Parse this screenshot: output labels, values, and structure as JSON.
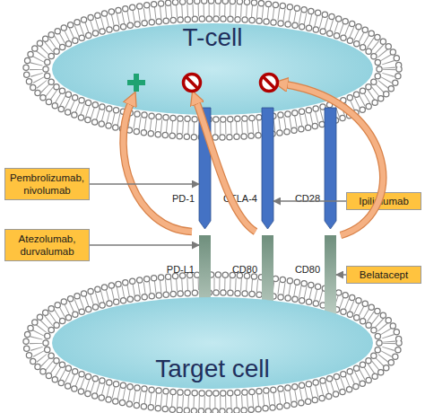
{
  "diagram": {
    "nodes": [
      {
        "text": [
          "T-cell"
        ]
      },
      {
        "text": [
          "Pembrolizumab, nivolumab"
        ]
      },
      {
        "text": [
          "PD-1"
        ]
      },
      {
        "text": [
          "CTLA-4"
        ]
      },
      {
        "text": [
          "CD28"
        ]
      },
      {
        "text": [
          "Ipilimumab"
        ]
      },
      {
        "text": [
          "Atezolumab, durvalumab"
        ]
      },
      {
        "text": [
          "PD-L1"
        ]
      },
      {
        "text": [
          "CD80"
        ]
      },
      {
        "text": [
          "CD80"
        ]
      },
      {
        "text": [
          "Belatacept"
        ]
      },
      {
        "text": [
          "Target cell"
        ]
      }
    ],
    "edges": [
      {
        "from": 1,
        "to": 2,
        "arrow": "to"
      },
      {
        "from": 5,
        "to": 3,
        "arrow": "to"
      },
      {
        "from": 6,
        "to": 7,
        "arrow": "to"
      },
      {
        "from": 10,
        "to": 9,
        "arrow": "to"
      }
    ]
  }
}
